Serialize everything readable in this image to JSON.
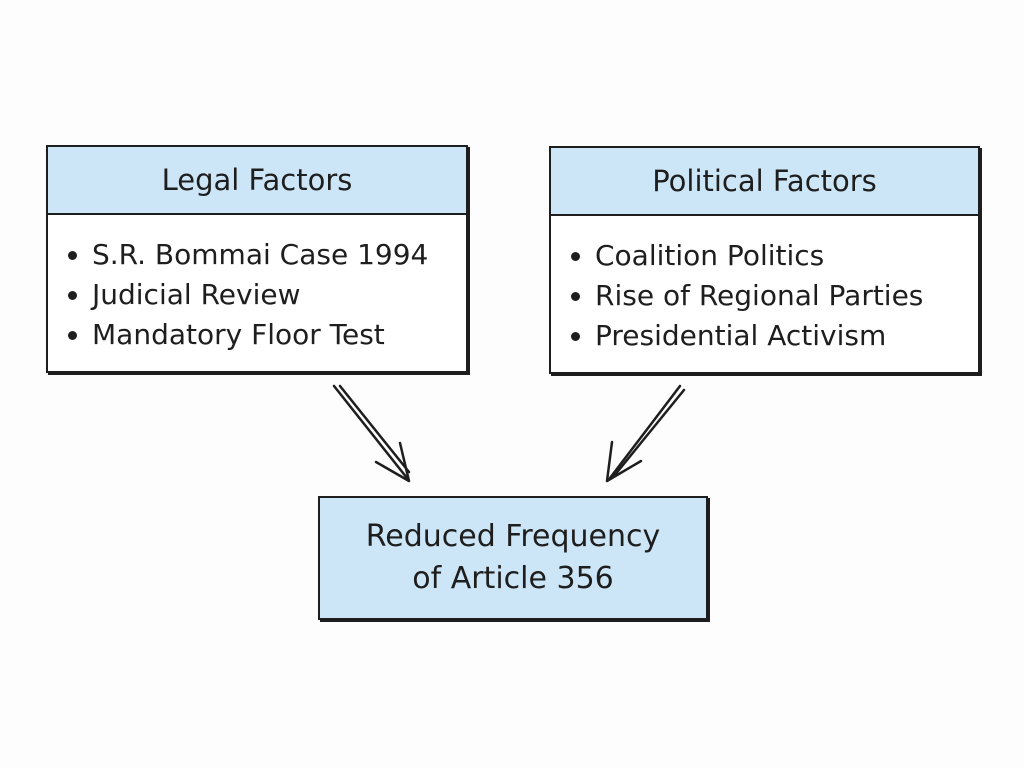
{
  "legal_factors": {
    "title": "Legal Factors",
    "items": [
      "S.R. Bommai Case 1994",
      "Judicial Review",
      "Mandatory Floor Test"
    ]
  },
  "political_factors": {
    "title": "Political Factors",
    "items": [
      "Coalition Politics",
      "Rise of Regional Parties",
      "Presidential Activism"
    ]
  },
  "outcome": {
    "line1": "Reduced Frequency",
    "line2": "of Article 356"
  },
  "colors": {
    "header_fill": "#cde6f7",
    "stroke": "#1e1e1e",
    "background": "#fdfdfd"
  }
}
